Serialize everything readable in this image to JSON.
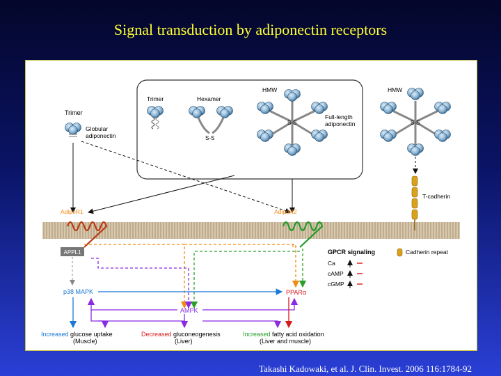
{
  "slide": {
    "title": "Signal transduction by adiponectin receptors",
    "citation": "Takashi Kadowaki, et al. J. Clin. Invest. 2006 116:1784-92"
  },
  "diagram": {
    "trimer_label": "Trimer",
    "globular_label_line1": "Globular",
    "globular_label_line2": "adiponectin",
    "box": {
      "trimer_label": "Trimer",
      "hexamer_label": "Hexamer",
      "hmw_label": "HMW",
      "ss_hexamer": "S-S",
      "ss_hmw": "S-S",
      "fulllength_line1": "Full-length",
      "fulllength_line2": "adiponectin"
    },
    "tcad_hmw_label": "HMW",
    "tcad_ss": "S-S",
    "tcadherin_label": "T-cadherin",
    "adipor1_label": "AdipoR1",
    "adipor2_label": "AdipoR2",
    "appl1_label": "APPL1",
    "gpcr": {
      "title": "GPCR signaling",
      "rows": [
        "Ca",
        "cAMP",
        "cGMP"
      ]
    },
    "cadherin_repeat_label": "Cadherin repeat",
    "p38_label": "p38 MAPK",
    "ppar_label": "PPARα",
    "ampk_label": "AMPK",
    "outcomes": [
      {
        "modifier": "Increased",
        "rest": " glucose uptake",
        "tissue": "(Muscle)"
      },
      {
        "modifier": "Decreased",
        "rest": " gluconeogenesis",
        "tissue": "(Liver)"
      },
      {
        "modifier": "Increased",
        "rest": " fatty acid oxidation",
        "tissue": "(Liver and muscle)"
      }
    ]
  },
  "colors": {
    "title": "#ffff33",
    "adipor_label": "#f08a10",
    "adipor1": "#b83a14",
    "adipor2": "#1e9a2a",
    "orange_path": "#f08a10",
    "green_path": "#2aa02a",
    "purple_path": "#8a2be2",
    "blue_path": "#1a78d8",
    "red_path": "#d81a1a",
    "membrane": "#c9b79c",
    "protein_head": "#8db6d6",
    "cadherin": "#d9a21a"
  }
}
